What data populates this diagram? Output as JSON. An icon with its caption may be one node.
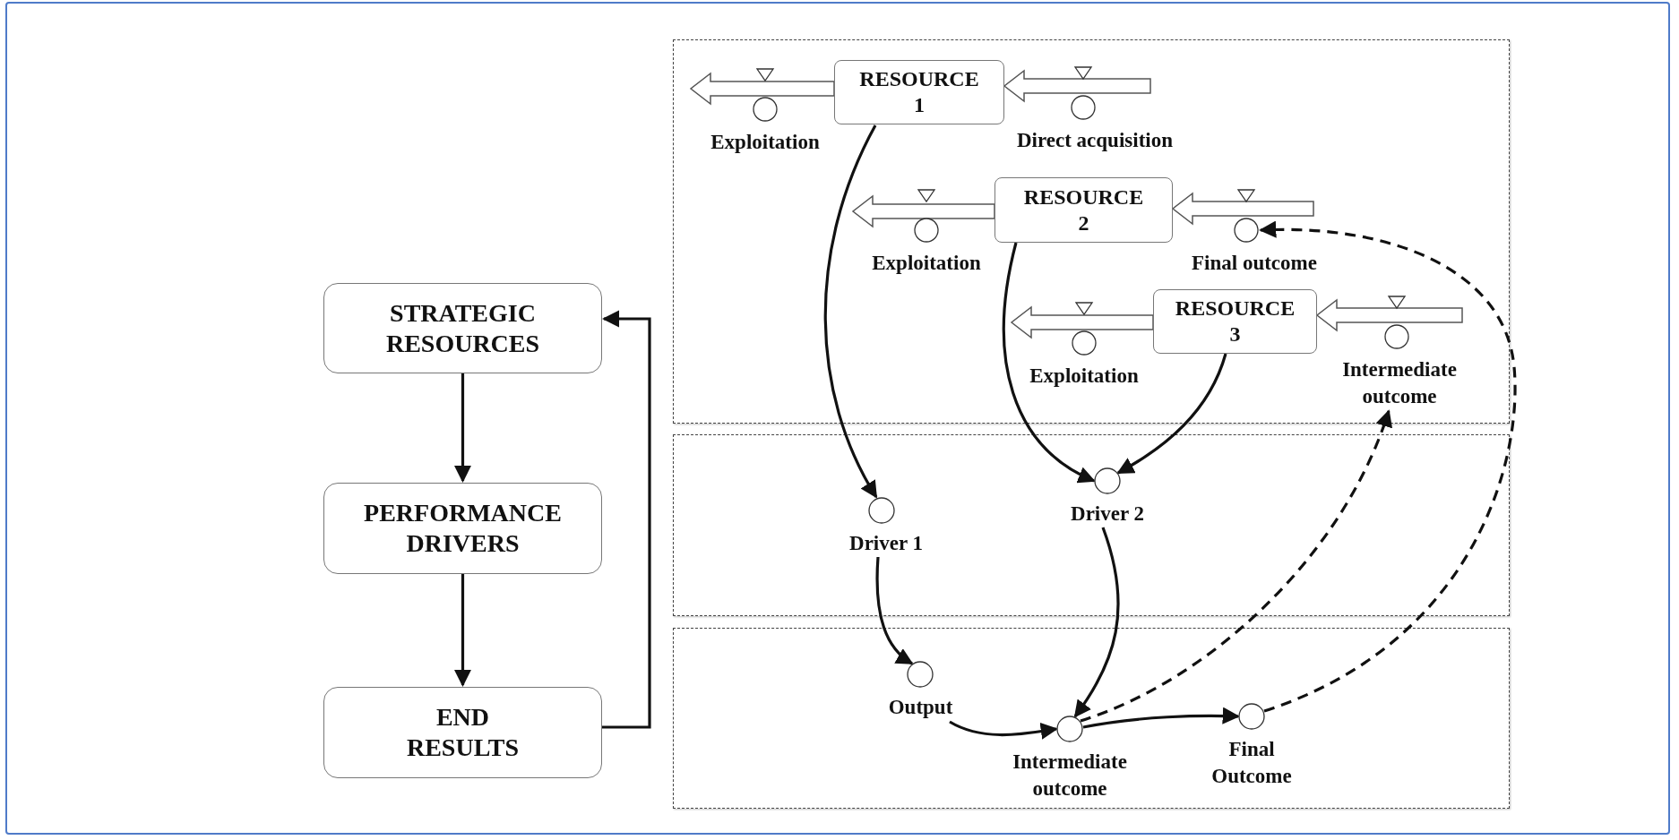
{
  "diagram": {
    "nodes": [
      {
        "text": [
          "STRATEGIC RESOURCES"
        ]
      },
      {
        "text": [
          "PERFORMANCE DRIVERS"
        ]
      },
      {
        "text": [
          "END RESULTS"
        ]
      },
      {
        "text": [
          "RESOURCE 1"
        ]
      },
      {
        "text": [
          "Exploitation"
        ]
      },
      {
        "text": [
          "Direct acquisition"
        ]
      },
      {
        "text": [
          "RESOURCE 2"
        ]
      },
      {
        "text": [
          "Exploitation"
        ]
      },
      {
        "text": [
          "Final outcome"
        ]
      },
      {
        "text": [
          "RESOURCE 3"
        ]
      },
      {
        "text": [
          "Exploitation"
        ]
      },
      {
        "text": [
          "Intermediate outcome"
        ]
      },
      {
        "text": [
          "Driver 1"
        ]
      },
      {
        "text": [
          "Driver 2"
        ]
      },
      {
        "text": [
          "Output"
        ]
      },
      {
        "text": [
          "Intermediate outcome"
        ]
      },
      {
        "text": [
          "Final Outcome"
        ]
      }
    ],
    "edges": [
      {
        "from": 0,
        "to": 1,
        "arrow": "to"
      },
      {
        "from": 1,
        "to": 2,
        "arrow": "to"
      },
      {
        "from": 2,
        "to": 0,
        "arrow": "to"
      },
      {
        "from": 3,
        "to": null,
        "arrow": "to",
        "style": "thick"
      },
      {
        "from": null,
        "to": 3,
        "arrow": "to",
        "style": "thick"
      },
      {
        "from": 6,
        "to": null,
        "arrow": "to",
        "style": "thick"
      },
      {
        "from": null,
        "to": 6,
        "arrow": "to",
        "style": "thick"
      },
      {
        "from": 9,
        "to": null,
        "arrow": "to",
        "style": "thick"
      },
      {
        "from": null,
        "to": 9,
        "arrow": "to",
        "style": "thick"
      },
      {
        "from": 3,
        "to": 12,
        "arrow": "to"
      },
      {
        "from": 6,
        "to": 13,
        "arrow": "to"
      },
      {
        "from": 9,
        "to": 13,
        "arrow": "to"
      },
      {
        "from": 12,
        "to": 14,
        "arrow": "to"
      },
      {
        "from": 13,
        "to": 15,
        "arrow": "to"
      },
      {
        "from": 14,
        "to": 15,
        "arrow": "to"
      },
      {
        "from": 15,
        "to": 16,
        "arrow": "to"
      },
      {
        "from": 15,
        "to": 11,
        "arrow": "to",
        "style": "dashed"
      },
      {
        "from": 16,
        "to": 8,
        "arrow": "to",
        "style": "dashed"
      }
    ]
  }
}
